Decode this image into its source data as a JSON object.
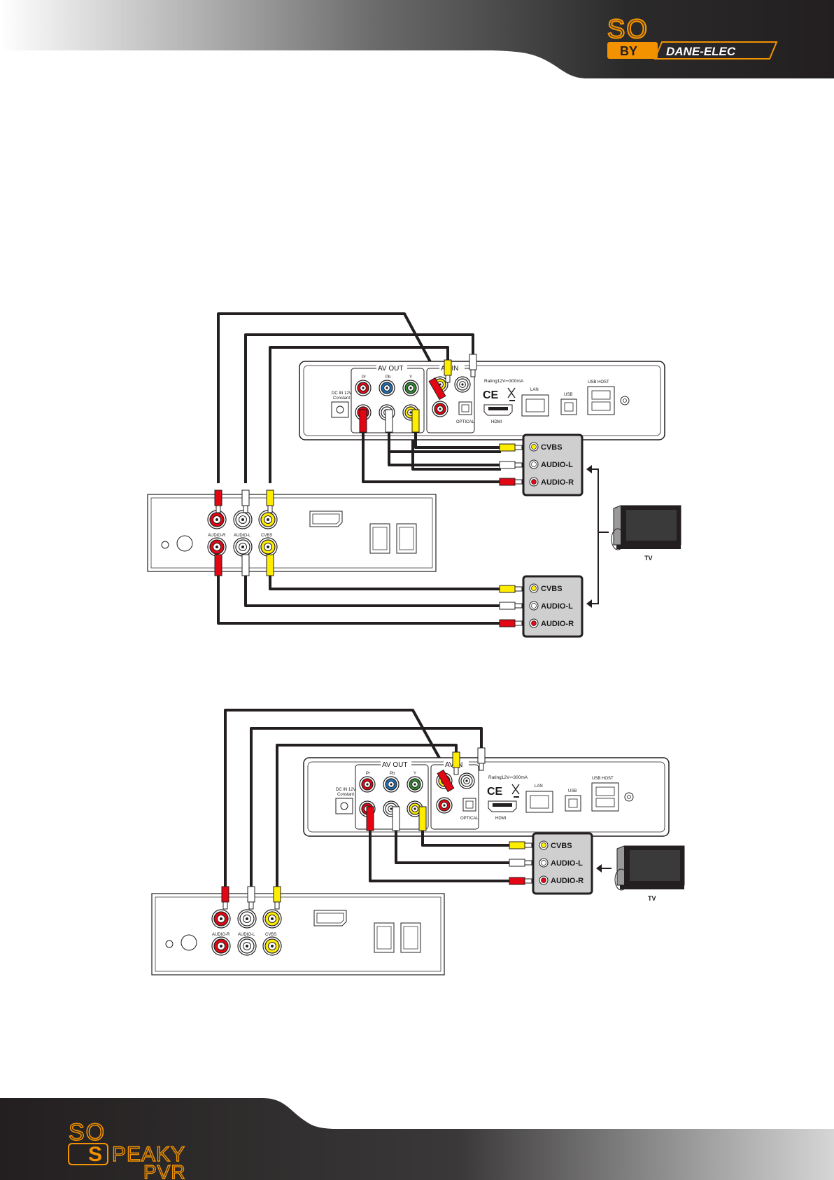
{
  "header": {
    "brand_top": "SO",
    "brand_by": "BY",
    "brand_name": "DANE-ELEC"
  },
  "footer": {
    "logo_line1": "SO",
    "logo_s": "S",
    "logo_line2_rest": "PEAKY",
    "logo_line3": "PVR"
  },
  "colors": {
    "orange": "#f39200",
    "dark": "#231f20",
    "red_jack": "#e30613",
    "white_jack": "#ffffff",
    "yellow_jack": "#ffed00",
    "blue_jack": "#1d71b8",
    "green_jack": "#2e8b2e"
  },
  "device": {
    "av_out": "AV OUT",
    "av_in": "AV IN",
    "pr": "Pr",
    "pb": "Pb",
    "y": "Y",
    "rating": "Rating12V⎓300mA",
    "dc_in_1": "DC IN 12V",
    "dc_in_2": "Constant",
    "optical": "OPTICAL",
    "hdmi": "HDMI",
    "lan": "LAN",
    "usb": "USB",
    "usb_host": "USB HOST",
    "ce": "CE"
  },
  "source": {
    "audio_r": "AUDIO-R",
    "audio_l": "AUDIO-L",
    "cvbs": "CVBS"
  },
  "tv_input": {
    "cvbs": "CVBS",
    "audio_l": "AUDIO-L",
    "audio_r": "AUDIO-R"
  },
  "tv": {
    "label": "TV"
  }
}
